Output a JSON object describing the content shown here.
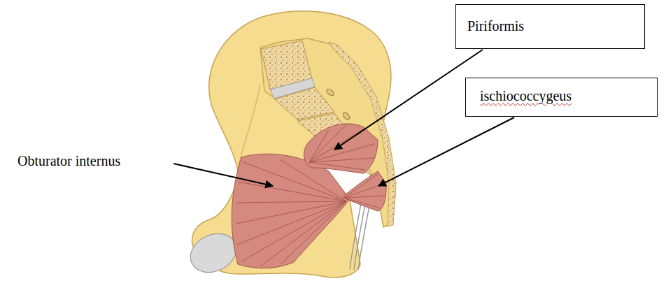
{
  "diagram": {
    "nodes": [
      {
        "text": [
          "Piriformis"
        ]
      },
      {
        "text": [
          "ischiococcygeus"
        ]
      }
    ],
    "labels": [
      "Obturator internus"
    ]
  }
}
